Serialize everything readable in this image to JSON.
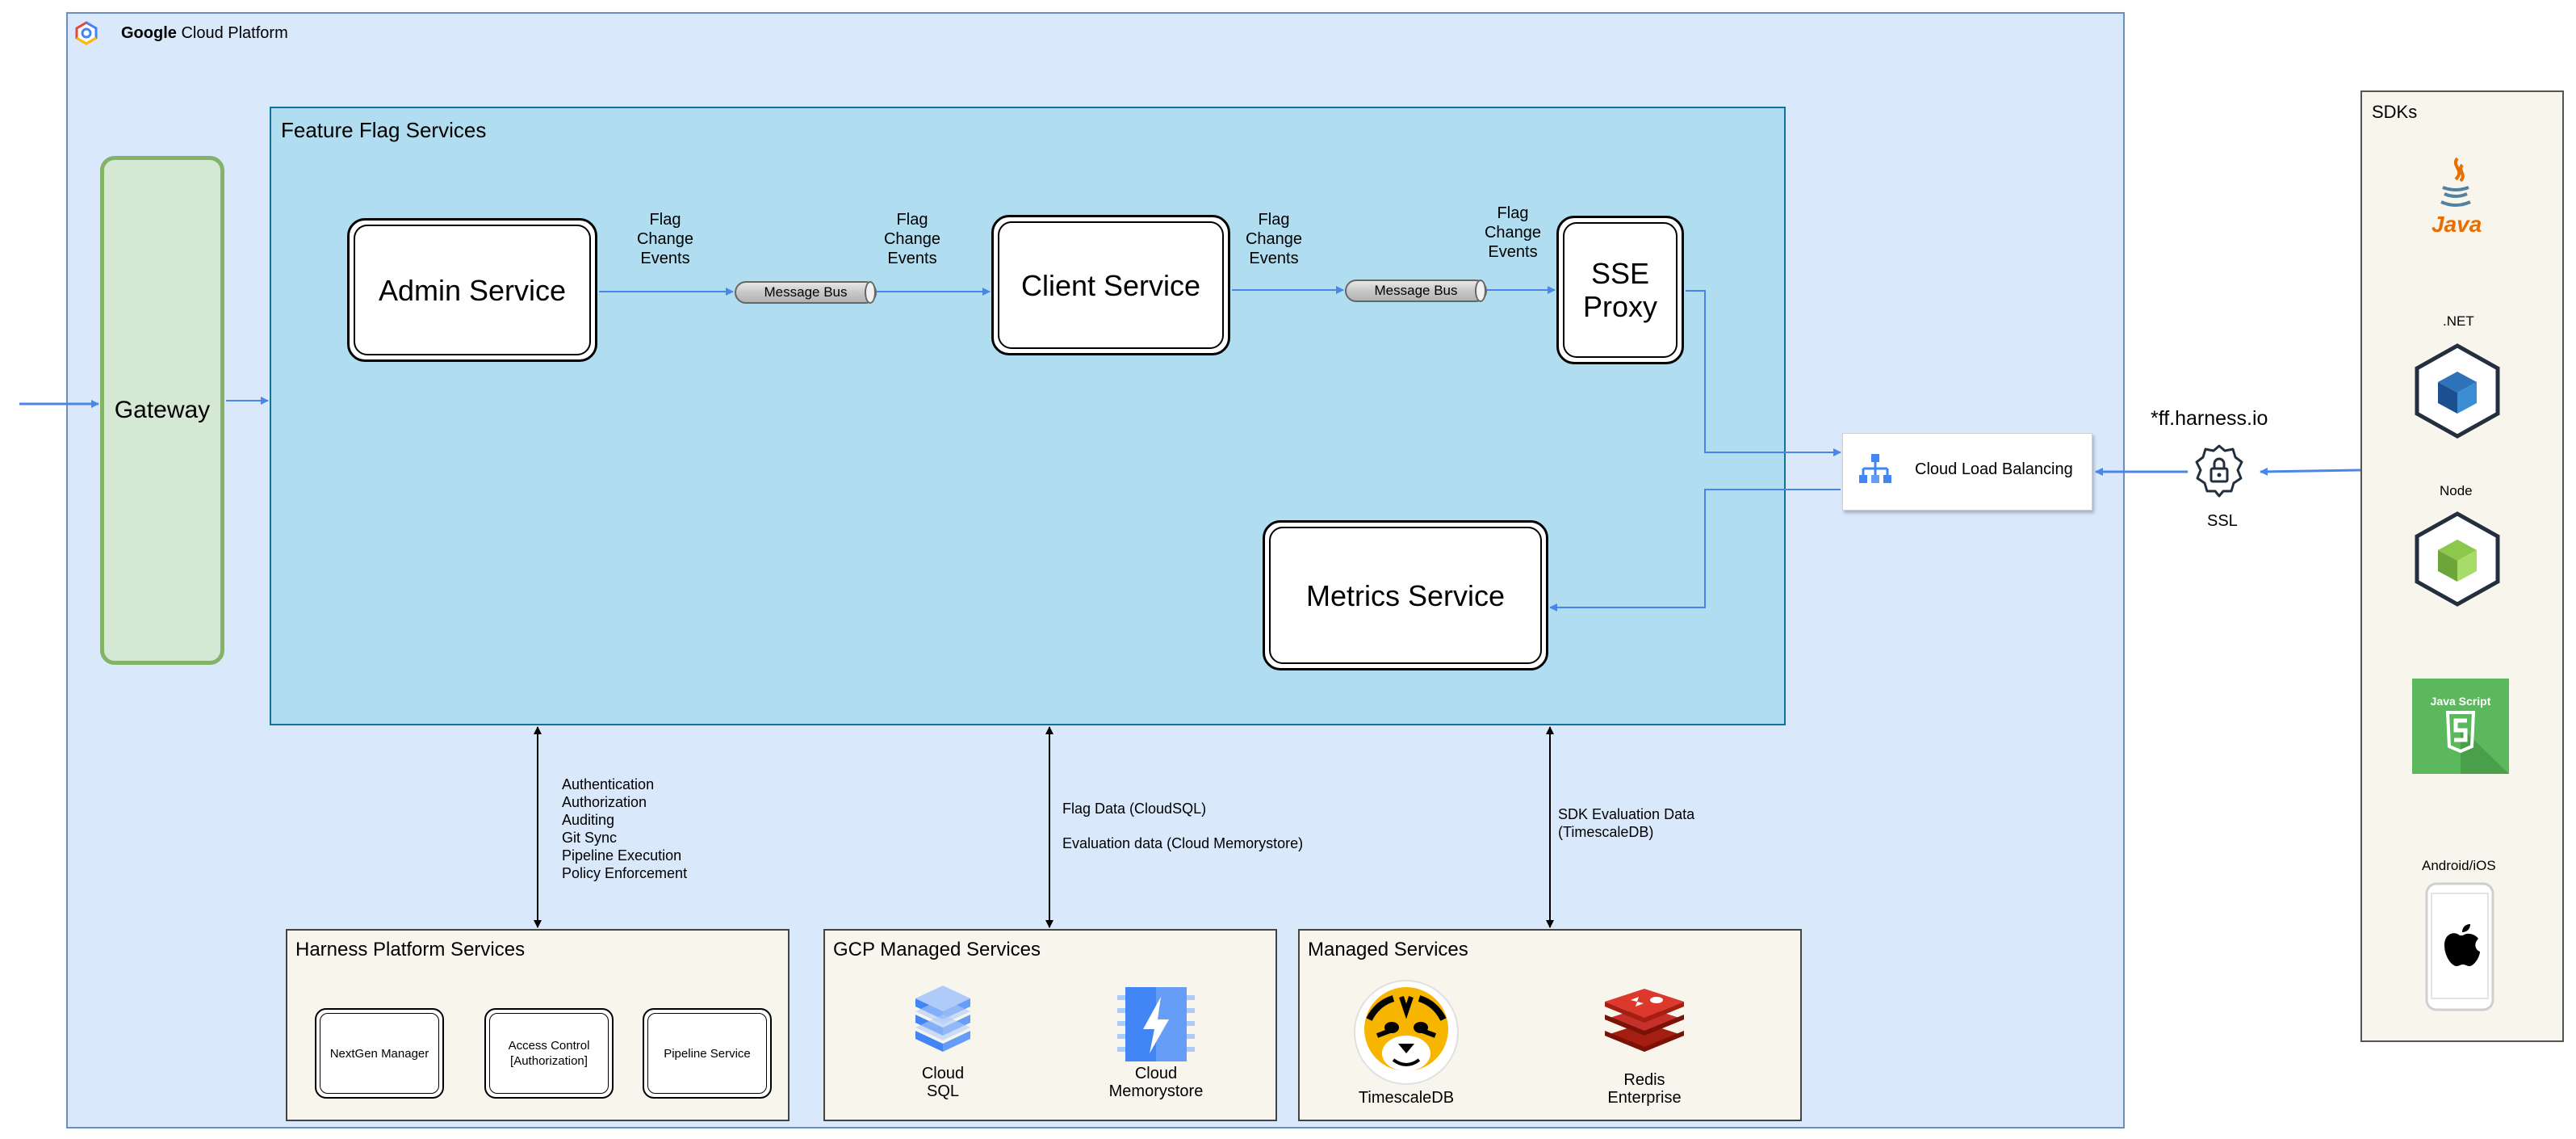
{
  "platform": {
    "title_bold": "Google",
    "title_rest": " Cloud Platform",
    "logo_icon": "gcp-hexagon-icon"
  },
  "feature_flag": {
    "title": "Feature Flag Services",
    "admin_service": "Admin Service",
    "client_service": "Client Service",
    "sse_proxy": "SSE\nProxy",
    "metrics_service": "Metrics Service",
    "message_bus_1": "Message Bus",
    "message_bus_2": "Message Bus",
    "event_label": "Flag\nChange\nEvents"
  },
  "gateway": {
    "label": "Gateway"
  },
  "load_balancer": {
    "label": "Cloud Load Balancing",
    "icon": "cloud-load-balancing-icon"
  },
  "ssl": {
    "domain": "*ff.harness.io",
    "label": "SSL",
    "icon": "ssl-shield-lock-icon"
  },
  "connections": {
    "harness_label": "Authentication\nAuthorization\nAuditing\nGit Sync\nPipeline Execution\nPolicy Enforcement",
    "gcp_label_1": "Flag Data (CloudSQL)",
    "gcp_label_2": "Evaluation data (Cloud Memorystore)",
    "managed_label": "SDK Evaluation Data\n(TimescaleDB)"
  },
  "harness_platform": {
    "title": "Harness Platform Services",
    "nextgen": "NextGen Manager",
    "access_control": "Access Control\n[Authorization]",
    "pipeline": "Pipeline Service"
  },
  "gcp_managed": {
    "title": "GCP Managed Services",
    "cloud_sql": "Cloud\nSQL",
    "memorystore": "Cloud\nMemorystore"
  },
  "managed": {
    "title": "Managed Services",
    "timescale": "TimescaleDB",
    "redis": "Redis\nEnterprise"
  },
  "sdks": {
    "title": "SDKs",
    "java": "Java",
    "dotnet": ".NET",
    "node": "Node",
    "javascript": "Java Script",
    "android_ios": "Android/iOS"
  },
  "colors": {
    "arrow": "#4a86e8",
    "gcp_fill": "#dae8fc",
    "ff_fill": "#b1ddf0",
    "gateway_fill": "#d5e8d4",
    "panel_fill": "#f8f5ec"
  }
}
